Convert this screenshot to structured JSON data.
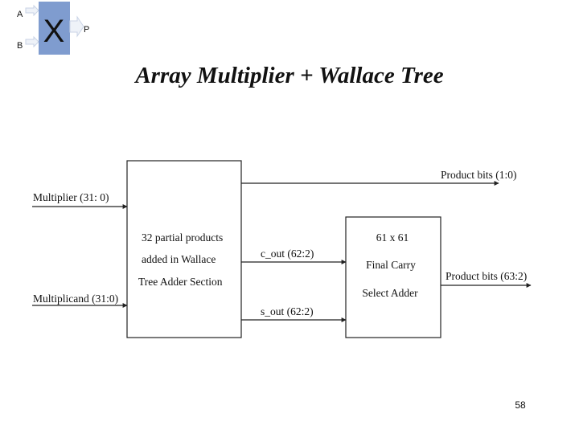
{
  "logo": {
    "input_a": "A",
    "input_b": "B",
    "operator": "X",
    "output": "P",
    "block_color": "#7f9ccf"
  },
  "title": "Array Multiplier + Wallace Tree",
  "diagram": {
    "wallace_block": {
      "lines": [
        "32 partial products",
        "added in Wallace",
        "Tree  Adder Section"
      ]
    },
    "adder_block": {
      "lines": [
        "61 x 61",
        "Final Carry",
        "Select Adder"
      ]
    },
    "inputs": {
      "multiplier": "Multiplier (31: 0)",
      "multiplicand": "Multiplicand (31:0)"
    },
    "signals": {
      "c_out": "c_out (62:2)",
      "s_out": "s_out (62:2)"
    },
    "outputs": {
      "low_bits": "Product bits (1:0)",
      "high_bits": "Product bits (63:2)"
    },
    "line_color": "#222222"
  },
  "page_number": "58"
}
